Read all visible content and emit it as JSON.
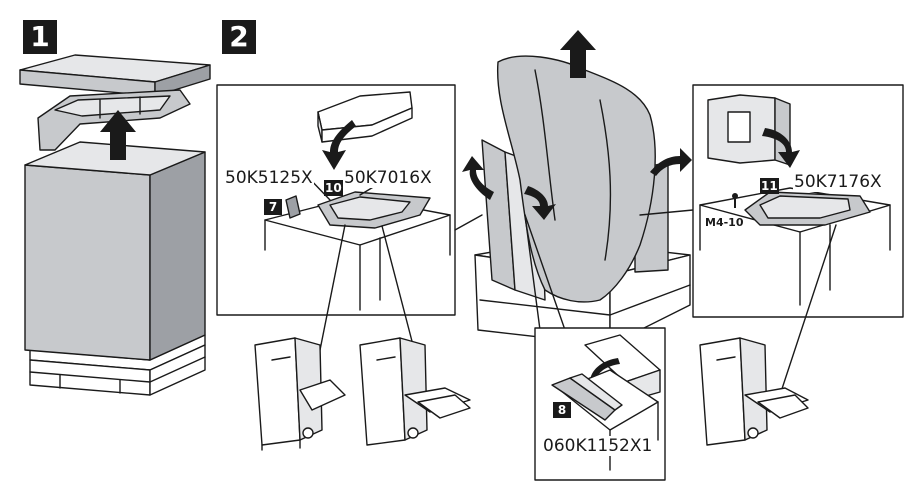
{
  "steps": {
    "step1": "1",
    "step2": "2"
  },
  "parts": {
    "part_50K5125X": "50K5125X",
    "part_50K7016X": "50K7016X",
    "part_50K7176X": "50K7176X",
    "part_060K1152X1": "060K1152X1"
  },
  "callouts": {
    "c7": "7",
    "c10": "10",
    "c11": "11",
    "c8": "8"
  },
  "screw": {
    "label": "M4-10"
  },
  "colors": {
    "ink": "#1a1a1a",
    "shade": "#c7c9cc",
    "shade_dark": "#9da0a5",
    "light": "#e6e7e9"
  }
}
